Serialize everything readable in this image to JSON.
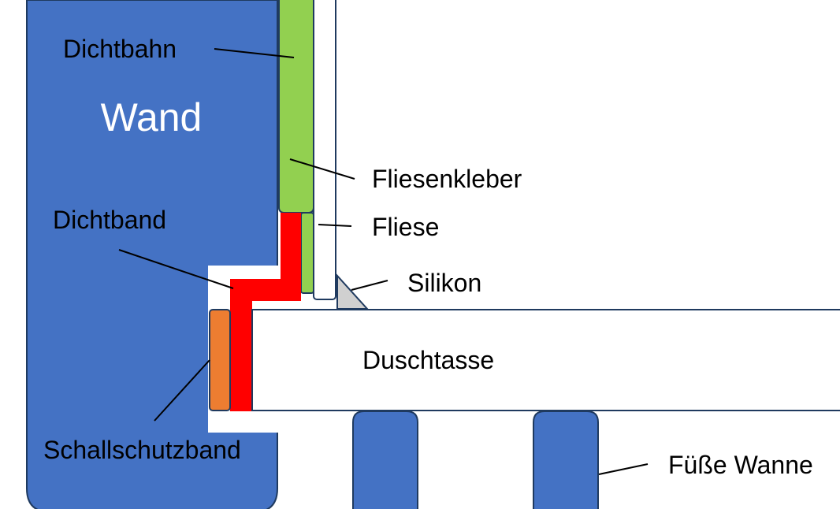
{
  "labels": {
    "wand": "Wand",
    "dichtbahn": "Dichtbahn",
    "fliesenkleber": "Fliesenkleber",
    "fliese": "Fliese",
    "dichtband": "Dichtband",
    "silikon": "Silikon",
    "duschtasse": "Duschtasse",
    "schallschutzband": "Schallschutzband",
    "fuesse_wanne": "Füße Wanne"
  },
  "colors": {
    "wall_blue": "#4472C4",
    "outline_navy": "#1F3A5F",
    "membrane_green": "#92D050",
    "seal_red": "#FF0000",
    "sound_orange": "#ED7D31",
    "silicone_gray": "#D0D0D0",
    "white": "#FFFFFF"
  }
}
